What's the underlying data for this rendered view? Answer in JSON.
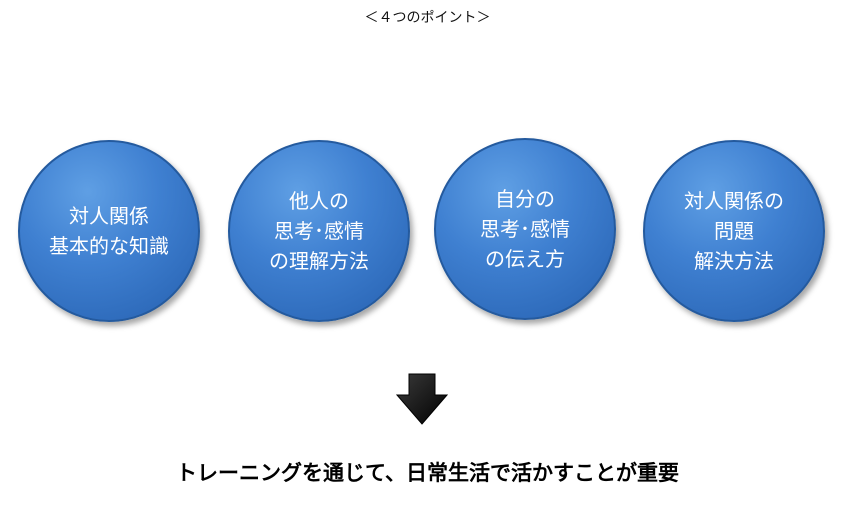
{
  "header": {
    "title": "＜４つのポイント＞"
  },
  "circles": [
    {
      "lines": [
        "対人関係",
        "基本的な知識"
      ]
    },
    {
      "lines": [
        "他人の",
        "思考･感情",
        "の理解方法"
      ]
    },
    {
      "lines": [
        "自分の",
        "思考･感情",
        "の伝え方"
      ]
    },
    {
      "lines": [
        "対人関係の",
        "問題",
        "解決方法"
      ]
    }
  ],
  "arrow": {
    "icon": "down-arrow-icon"
  },
  "conclusion": {
    "text": "トレーニングを通じて、日常生活で活かすことが重要"
  },
  "colors": {
    "circle_fill": "#3f80d1",
    "circle_border": "#245a9e",
    "arrow": "#0a0a0a"
  }
}
